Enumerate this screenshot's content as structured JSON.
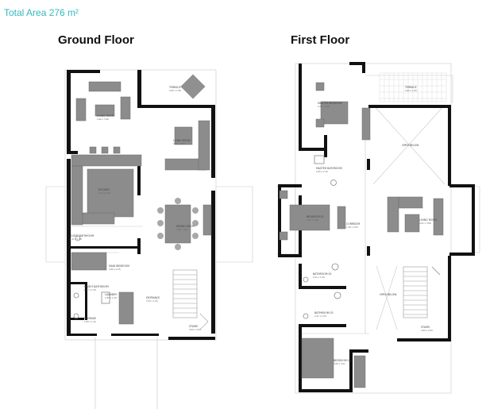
{
  "header": {
    "total_area": "Total Area 276 m²"
  },
  "ground_floor": {
    "title": "Ground Floor",
    "rooms": [
      {
        "id": "terrace",
        "label": "TERRACE",
        "dim": "4.00 x 1.98"
      },
      {
        "id": "living",
        "label": "LIVING ROOM",
        "dim": "4.46 x 3.48"
      },
      {
        "id": "living2",
        "label": "LIVING ROOM",
        "dim": "3.99 x 3.84"
      },
      {
        "id": "kitchen",
        "label": "KITCHEN",
        "dim": "4.40 x 3.48"
      },
      {
        "id": "dining",
        "label": "DINING ROOM",
        "dim": "3.89 x 3.64"
      },
      {
        "id": "guest_bath",
        "label": "GUEST BATHROOM",
        "dim": "2.21 x 1.59"
      },
      {
        "id": "maid_bed",
        "label": "MAID BEDROOM",
        "dim": "3.60 x 2.25"
      },
      {
        "id": "laundry",
        "label": "LAUNDRY",
        "dim": "1.87 x 1.30"
      },
      {
        "id": "maid_bath",
        "label": "MAID'S BATHROOM",
        "dim": "1.77 x 1.30"
      },
      {
        "id": "storage",
        "label": "STORAGE",
        "dim": "1.00 x 1.10"
      },
      {
        "id": "entrance",
        "label": "ENTRANCE",
        "dim": "3.33 x 1.95"
      },
      {
        "id": "stairs",
        "label": "STAIRS",
        "dim": "4.00 x 2.00"
      }
    ]
  },
  "first_floor": {
    "title": "First Floor",
    "rooms": [
      {
        "id": "master_bed",
        "label": "MASTER BEDROOM",
        "dim": "4.43 x 3.56"
      },
      {
        "id": "terrace",
        "label": "TERRACE",
        "dim": "4.00 x 1.90"
      },
      {
        "id": "open_below1",
        "label": "OPEN BELOW",
        "dim": ""
      },
      {
        "id": "master_bath",
        "label": "MASTER BATHROOM",
        "dim": "2.60 x 2.10"
      },
      {
        "id": "bed2",
        "label": "BEDROOM 02",
        "dim": "4.40 x 3.48"
      },
      {
        "id": "corridor",
        "label": "CORRIDOR",
        "dim": "1.46 x 4.50"
      },
      {
        "id": "living",
        "label": "LIVING ROOM",
        "dim": "4.41 x 3.89"
      },
      {
        "id": "bath2",
        "label": "BATHROOM 02",
        "dim": "2.21 x 1.59"
      },
      {
        "id": "bath3",
        "label": "BATHROOM 03",
        "dim": "2.21 x 1.59"
      },
      {
        "id": "open_below2",
        "label": "OPEN BELOW",
        "dim": ""
      },
      {
        "id": "stairs",
        "label": "STAIRS",
        "dim": "4.00 x 2.00"
      },
      {
        "id": "bed3",
        "label": "BEDROOM 03",
        "dim": "3.60 x 3.01"
      }
    ]
  }
}
